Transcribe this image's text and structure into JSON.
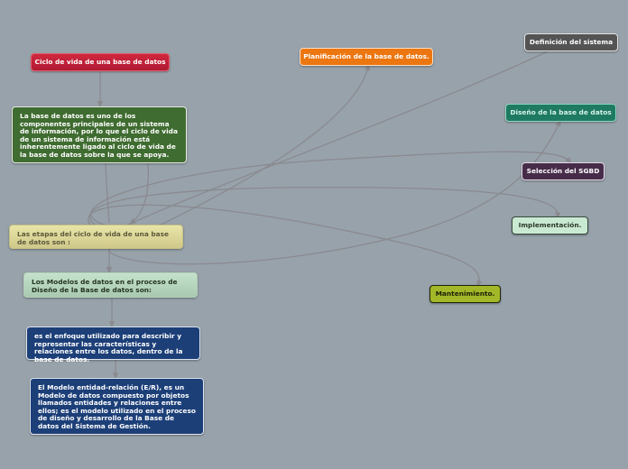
{
  "canvas": {
    "background": "#98a2ab",
    "link_color": "#8a8a8f"
  },
  "nodes": {
    "root": {
      "text": "Ciclo de vida de una base de datos",
      "color": "#c4223a"
    },
    "intro": {
      "text": "La base de datos es uno de los componentes principales de un sistema de información, por lo que el ciclo de vida de un sistema de información está inherentemente ligado al ciclo de vida de la base de datos sobre la que se apoya.",
      "color": "#3f6c30"
    },
    "etapas": {
      "text": "Las etapas del ciclo de vida de una base de datos son :",
      "color": "#ddd89a"
    },
    "modelos": {
      "text": "Los Modelos de datos en el proceso de Diseño de la Base de datos son:",
      "color": "#b8d8be"
    },
    "enfoque": {
      "text": "es el enfoque utilizado para describir y representar las características y relaciones entre los datos, dentro de la base de datos.",
      "color": "#1c3f78"
    },
    "er": {
      "text": "El Modelo entidad-relación (E/R), es un Modelo de datos compuesto por objetos llamados entidades y relaciones entre ellos; es el modelo utilizado en el proceso de diseño y desarrollo de la Base de datos del Sistema de Gestión.",
      "color": "#1c3f78"
    },
    "planificacion": {
      "text": "Planificación de la base de datos.",
      "color": "#ec7610"
    },
    "definicion": {
      "text": "Definición del sistema",
      "color": "#545454"
    },
    "diseno": {
      "text": "Diseño de la base de datos",
      "color": "#1f7a62"
    },
    "sgbd": {
      "text": "Selección del SGBD",
      "color": "#472c4a"
    },
    "implementacion": {
      "text": "Implementación.",
      "color": "#c9e9d2"
    },
    "mantenimiento": {
      "text": "Mantenimiento.",
      "color": "#a3b828"
    }
  }
}
